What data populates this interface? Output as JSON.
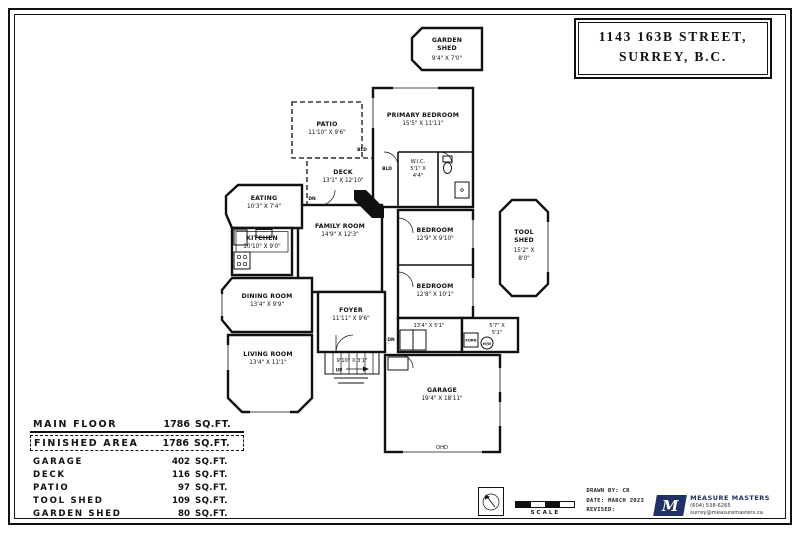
{
  "title_block": {
    "line1": "1143 163B STREET,",
    "line2": "SURREY, B.C."
  },
  "rooms": {
    "garden_shed": {
      "name1": "GARDEN",
      "name2": "SHED",
      "dims": "9'4\" X 7'0\""
    },
    "patio": {
      "name": "PATIO",
      "dims": "11'10\" X 9'6\""
    },
    "primary_bedroom": {
      "name": "PRIMARY BEDROOM",
      "dims": "15'5\" X 11'11\""
    },
    "wic": {
      "name": "W.I.C.",
      "dims1": "5'1\" X",
      "dims2": "4'4\""
    },
    "deck": {
      "name": "DECK",
      "dims": "13'1\" X 12'10\""
    },
    "eating": {
      "name": "EATING",
      "dims": "10'3\" X 7'4\""
    },
    "kitchen": {
      "name": "KITCHEN",
      "dims": "10'10\" X 9'0\""
    },
    "family_room": {
      "name": "FAMILY ROOM",
      "dims": "14'9\" X 12'3\""
    },
    "bedroom_a": {
      "name": "BEDROOM",
      "dims": "12'9\" X 9'10\""
    },
    "tool_shed": {
      "name1": "TOOL",
      "name2": "SHED",
      "dims1": "15'2\" X",
      "dims2": "8'0\""
    },
    "bedroom_b": {
      "name": "BEDROOM",
      "dims": "12'8\" X 10'1\""
    },
    "dining_room": {
      "name": "DINING ROOM",
      "dims": "13'4\" X 9'9\""
    },
    "foyer": {
      "name": "FOYER",
      "dims": "11'11\" X 9'6\""
    },
    "laundry": {
      "dims": "13'4\" X 5'1\""
    },
    "mech": {
      "dims1": "5'7\" X",
      "dims2": "5'1\""
    },
    "living_room": {
      "name": "LIVING ROOM",
      "dims": "13'4\" X 11'1\""
    },
    "stairs": {
      "dims": "9'10\" X 3'1\""
    },
    "garage": {
      "name": "GARAGE",
      "dims": "19'4\" X 18'11\""
    }
  },
  "annotations": {
    "up": "UP",
    "dn_deck": "DN",
    "dn_entry": "DN",
    "bld_a": "BLD",
    "bld_b": "BLD",
    "ohd": "OHD",
    "furn": "FURN",
    "hw": "H/W"
  },
  "area_table": {
    "rows": [
      {
        "label": "MAIN FLOOR",
        "num": "1786",
        "unit": "SQ.FT."
      },
      {
        "label": "FINISHED AREA",
        "num": "1786",
        "unit": "SQ.FT."
      },
      {
        "label": "GARAGE",
        "num": "402",
        "unit": "SQ.FT."
      },
      {
        "label": "DECK",
        "num": "116",
        "unit": "SQ.FT."
      },
      {
        "label": "PATIO",
        "num": "97",
        "unit": "SQ.FT."
      },
      {
        "label": "TOOL SHED",
        "num": "109",
        "unit": "SQ.FT."
      },
      {
        "label": "GARDEN SHED",
        "num": "80",
        "unit": "SQ.FT."
      }
    ]
  },
  "footer": {
    "scale_label": "SCALE",
    "drawn_by": "DRAWN BY: CR",
    "date": "DATE: MARCH 2023",
    "revised": "REVISED:",
    "company": "MEASURE MASTERS",
    "logo_letter": "M",
    "phone": "(604) 538-6265",
    "email": "surrey@measuremasters.ca"
  }
}
